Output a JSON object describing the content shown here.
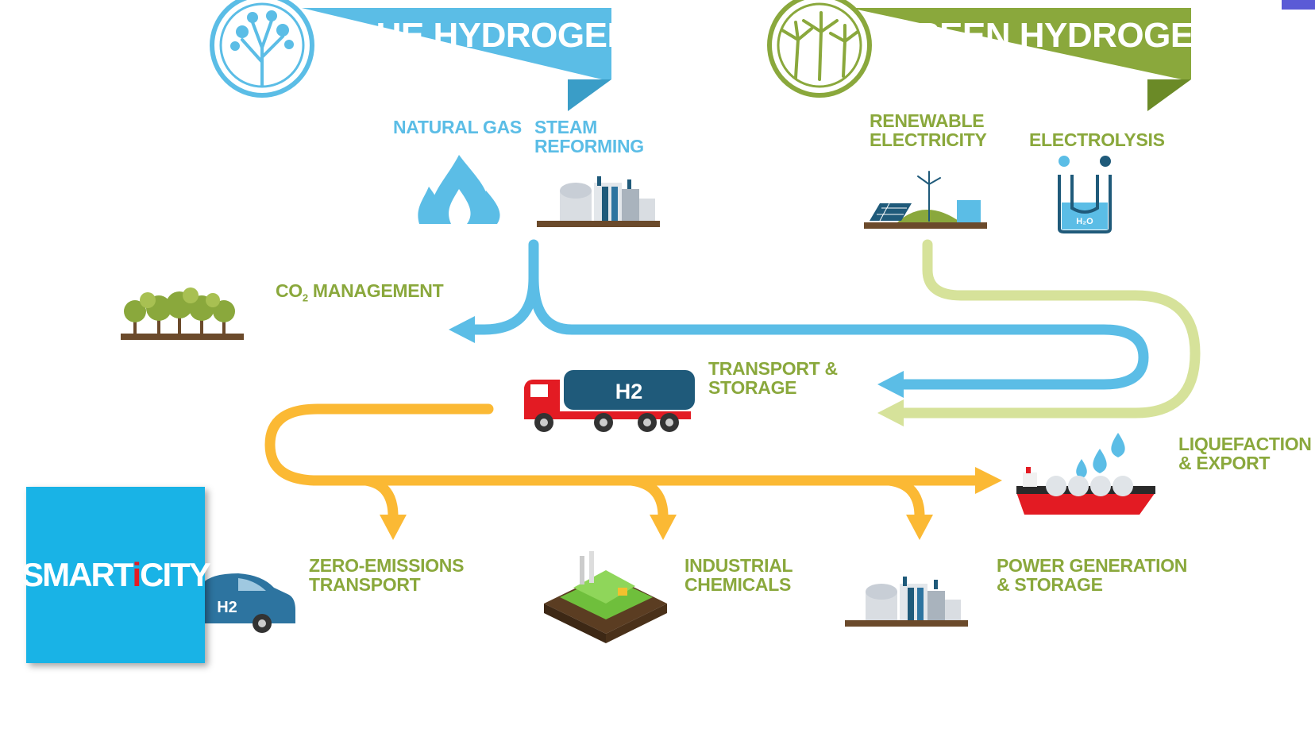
{
  "banners": {
    "blue": {
      "title": "BLUE HYDROGEN",
      "color": "#5bbde6"
    },
    "green": {
      "title": "GREEN HYDROGEN",
      "color": "#8aa83c"
    }
  },
  "labels": {
    "natural_gas": "NATURAL GAS",
    "steam_reforming": "STEAM\nREFORMING",
    "renewable_electricity": "RENEWABLE\nELECTRICITY",
    "electrolysis": "ELECTROLYSIS",
    "co2_prefix": "CO",
    "co2_sub": "2",
    "co2_rest": " MANAGEMENT",
    "transport_storage": "TRANSPORT &\nSTORAGE",
    "liquefaction_export": "LIQUEFACTION\n& EXPORT",
    "zero_emissions": "ZERO-EMISSIONS\nTRANSPORT",
    "industrial_chemicals": "INDUSTRIAL\nCHEMICALS",
    "power_generation": "POWER GENERATION\n& STORAGE",
    "truck_tank": "H2",
    "car_badge": "H2",
    "h2o": "H₂O"
  },
  "logo": {
    "part1": "SMART",
    "mid": "i",
    "part2": "CITY"
  },
  "colors": {
    "blue": "#5bbde6",
    "green": "#8aa83c",
    "lightgreen": "#d6e29a",
    "orange": "#fbb934",
    "truck_red": "#e31b23",
    "tank": "#1f5a7a"
  }
}
